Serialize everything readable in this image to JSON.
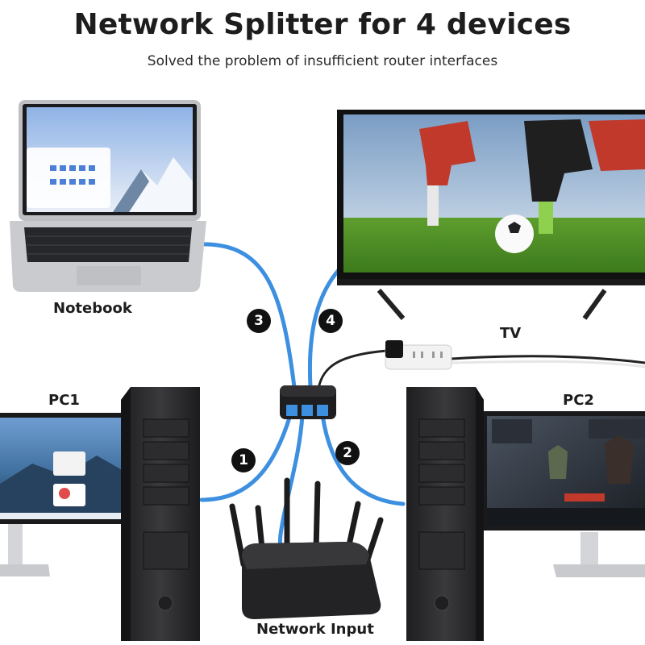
{
  "header": {
    "title": "Network Splitter for 4 devices",
    "subtitle": "Solved the problem of insufficient router interfaces"
  },
  "devices": {
    "notebook": "Notebook",
    "tv": "TV",
    "pc1": "PC1",
    "pc2": "PC2",
    "router": "Network Input"
  },
  "ports": [
    "1",
    "2",
    "3",
    "4"
  ],
  "colors": {
    "cable": "#3d8fe0",
    "device_dark": "#2a2a2c",
    "badge": "#111111"
  }
}
